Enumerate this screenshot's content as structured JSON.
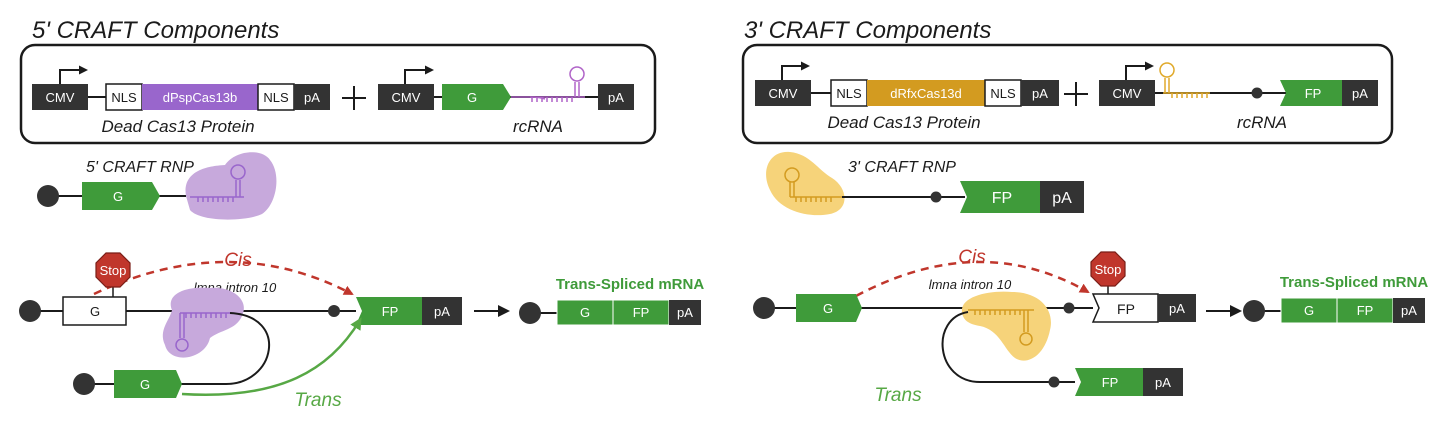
{
  "colors": {
    "dark": "#333333",
    "green": "#3f9b3a",
    "purple": "#9966cc",
    "orange": "#d39b20",
    "purple_blob": "#c7a9dc",
    "yellow_blob": "#f6d37a",
    "red": "#c0362c",
    "trans_green": "#57a845"
  },
  "left": {
    "title": "5' CRAFT Components",
    "cmv": "CMV",
    "nls": "NLS",
    "protein": "dPspCas13b",
    "pa": "pA",
    "g": "G",
    "protein_caption": "Dead Cas13 Protein",
    "rcrna_caption": "rcRNA",
    "rnp_label": "5' CRAFT RNP",
    "stop": "Stop",
    "cis": "Cis",
    "trans": "Trans",
    "intron": "lmna intron 10",
    "fp": "FP",
    "tsm_title": "Trans-Spliced mRNA"
  },
  "right": {
    "title": "3' CRAFT Components",
    "cmv": "CMV",
    "nls": "NLS",
    "protein": "dRfxCas13d",
    "pa": "pA",
    "fp": "FP",
    "g": "G",
    "protein_caption": "Dead Cas13 Protein",
    "rcrna_caption": "rcRNA",
    "rnp_label": "3' CRAFT RNP",
    "stop": "Stop",
    "cis": "Cis",
    "trans": "Trans",
    "intron": "lmna intron 10",
    "tsm_title": "Trans-Spliced mRNA"
  }
}
